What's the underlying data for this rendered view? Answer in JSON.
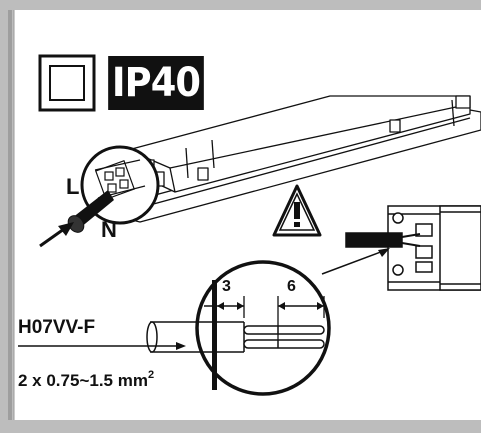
{
  "protection_rating": "IP40",
  "double_insulation_symbol": "square-in-square-icon",
  "terminals": {
    "live_label": "L",
    "neutral_label": "N"
  },
  "warning_symbol": "warning-exclamation-icon",
  "cable": {
    "type_label": "H07VV-F",
    "cross_section_prefix": "2 x 0.75~1.5 mm",
    "cross_section_exponent": "2"
  },
  "strip_dimensions": {
    "sheath_strip": "3",
    "conductor_strip": "6"
  },
  "colors": {
    "frame_gray": "#bdbdbd",
    "ink": "#111111",
    "background": "#ffffff"
  }
}
